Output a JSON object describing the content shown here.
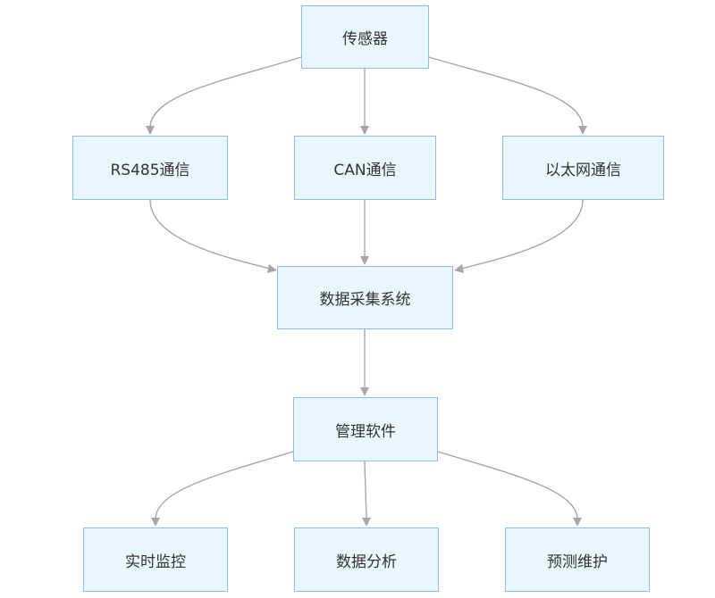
{
  "nodes": {
    "sensor": "传感器",
    "rs485": "RS485通信",
    "can": "CAN通信",
    "ethernet": "以太网通信",
    "daq": "数据采集系统",
    "software": "管理软件",
    "realtime": "实时监控",
    "analysis": "数据分析",
    "maintenance": "预测维护"
  },
  "colors": {
    "node_fill": "#e8f6fd",
    "node_border": "#8fb9f2",
    "edge": "#a6a6a6",
    "text": "#333333"
  }
}
